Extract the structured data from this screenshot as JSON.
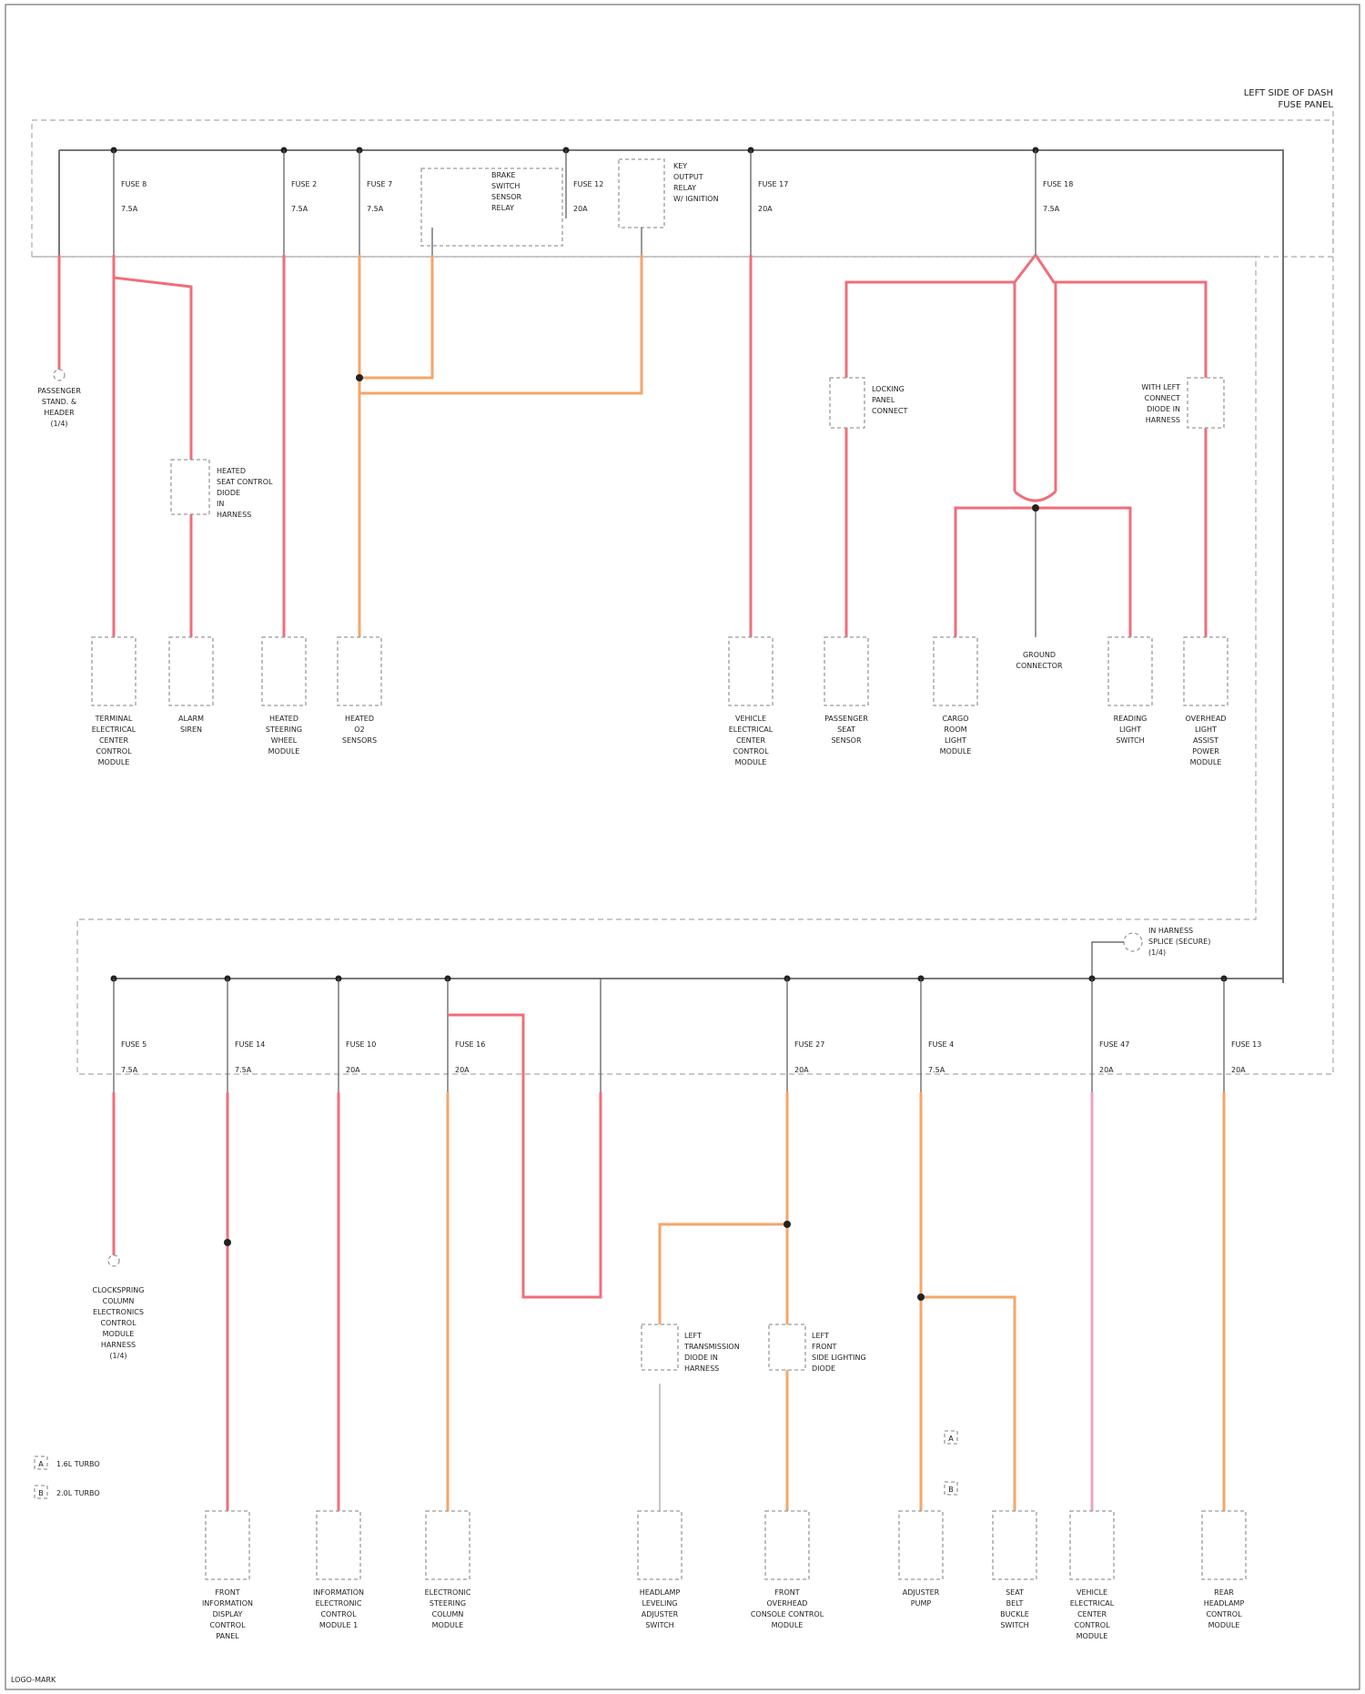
{
  "fuse_block_title": [
    "LEFT SIDE OF DASH",
    "FUSE PANEL"
  ],
  "top_fuses": [
    {
      "name": "FUSE 8",
      "rating": "7.5A"
    },
    {
      "name": "FUSE 2",
      "rating": "7.5A"
    },
    {
      "name": "FUSE 7",
      "rating": "7.5A"
    },
    {
      "name": "FUSE 12",
      "rating": "20A"
    },
    {
      "name": "FUSE 17",
      "rating": "20A"
    },
    {
      "name": "FUSE 18",
      "rating": "7.5A"
    }
  ],
  "top_relays": [
    [
      "BRAKE",
      "SWITCH",
      "SENSOR",
      "RELAY"
    ],
    [
      "KEY",
      "OUTPUT",
      "RELAY",
      "W/ IGNITION"
    ]
  ],
  "top_components": [
    [
      "TERMINAL",
      "ELECTRICAL",
      "CENTER",
      "CONTROL",
      "MODULE"
    ],
    [
      "ALARM",
      "SIREN"
    ],
    [
      "HEATED",
      "STEERING",
      "WHEEL",
      "MODULE"
    ],
    [
      "HEATED",
      "O2",
      "SENSORS"
    ],
    [
      "VEHICLE",
      "ELECTRICAL",
      "CENTER",
      "CONTROL",
      "MODULE"
    ],
    [
      "PASSENGER",
      "SEAT",
      "SENSOR"
    ],
    [
      "CARGO",
      "ROOM",
      "LIGHT",
      "MODULE"
    ],
    [
      "READING",
      "LIGHT",
      "SWITCH"
    ],
    [
      "OVERHEAD",
      "LIGHT",
      "ASSIST",
      "POWER",
      "MODULE"
    ]
  ],
  "top_notes": {
    "left_ground": [
      "PASSENGER",
      "STAND. &",
      "HEADER",
      "(1/4)"
    ],
    "diode": [
      "HEATED",
      "SEAT CONTROL",
      "DIODE",
      "IN",
      "HARNESS"
    ],
    "mid_connector": [
      "LOCKING",
      "PANEL",
      "CONNECT"
    ],
    "right_connector": [
      "WITH LEFT",
      "CONNECT",
      "DIODE IN",
      "HARNESS"
    ],
    "ground_pt": [
      "GROUND",
      "CONNECTOR"
    ]
  },
  "bottom_fuses": [
    {
      "name": "FUSE 5",
      "rating": "7.5A"
    },
    {
      "name": "FUSE 14",
      "rating": "7.5A"
    },
    {
      "name": "FUSE 10",
      "rating": "20A"
    },
    {
      "name": "FUSE 16",
      "rating": "20A"
    },
    {
      "name": "FUSE 27",
      "rating": "20A"
    },
    {
      "name": "FUSE 4",
      "rating": "7.5A"
    },
    {
      "name": "FUSE 47",
      "rating": "20A"
    },
    {
      "name": "FUSE 13",
      "rating": "20A"
    }
  ],
  "bottom_notes": {
    "left_ground": [
      "CLOCKSPRING",
      "COLUMN",
      "ELECTRONICS",
      "CONTROL",
      "MODULE",
      "HARNESS",
      "(1/4)"
    ],
    "splice": [
      "IN HARNESS",
      "SPLICE (SECURE)",
      "(1/4)"
    ],
    "diode_a": [
      "LEFT",
      "TRANSMISSION",
      "DIODE IN",
      "HARNESS"
    ],
    "diode_b": [
      "LEFT",
      "FRONT",
      "SIDE LIGHTING",
      "DIODE"
    ],
    "marker_a": "A",
    "marker_b": "B"
  },
  "bottom_components": [
    [
      "FRONT",
      "INFORMATION",
      "DISPLAY",
      "CONTROL",
      "PANEL"
    ],
    [
      "INFORMATION",
      "ELECTRONIC",
      "CONTROL",
      "MODULE 1"
    ],
    [
      "ELECTRONIC",
      "STEERING",
      "COLUMN",
      "MODULE"
    ],
    [
      "HEADLAMP",
      "LEVELING",
      "ADJUSTER",
      "SWITCH"
    ],
    [
      "FRONT",
      "OVERHEAD",
      "CONSOLE CONTROL",
      "MODULE"
    ],
    [
      "ADJUSTER",
      "PUMP"
    ],
    [
      "SEAT",
      "BELT",
      "BUCKLE",
      "SWITCH"
    ],
    [
      "VEHICLE",
      "ELECTRICAL",
      "CENTER",
      "CONTROL",
      "MODULE"
    ],
    [
      "REAR",
      "HEADLAMP",
      "CONTROL",
      "MODULE"
    ]
  ],
  "legend": [
    {
      "symbol": "A",
      "text": "1.6L TURBO"
    },
    {
      "symbol": "B",
      "text": "2.0L TURBO"
    }
  ],
  "footer": "LOGO-MARK"
}
